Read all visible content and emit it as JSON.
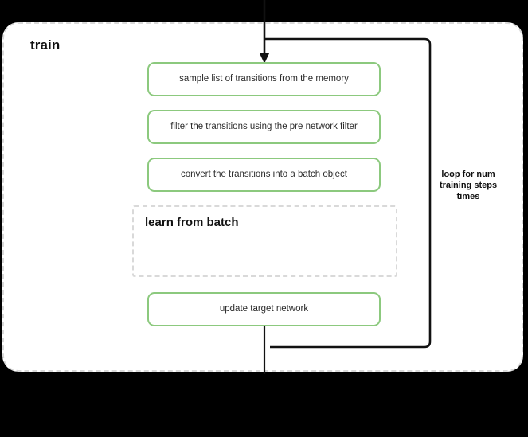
{
  "diagram": {
    "title": "train",
    "background_color": "#000000",
    "container_fill": "#ffffff",
    "accent_color": "#8cc97e",
    "dashed_border_color": "#d9d9d9",
    "connector_color": "#111111"
  },
  "steps": [
    {
      "id": "sample",
      "label": "sample list of transitions from the memory"
    },
    {
      "id": "filter",
      "label": "filter the transitions using the pre network filter"
    },
    {
      "id": "convert",
      "label": "convert the transitions into a batch object"
    },
    {
      "id": "update",
      "label": "update target network"
    }
  ],
  "learn_block": {
    "title": "learn from batch"
  },
  "loop": {
    "label": "loop for num training steps times"
  }
}
